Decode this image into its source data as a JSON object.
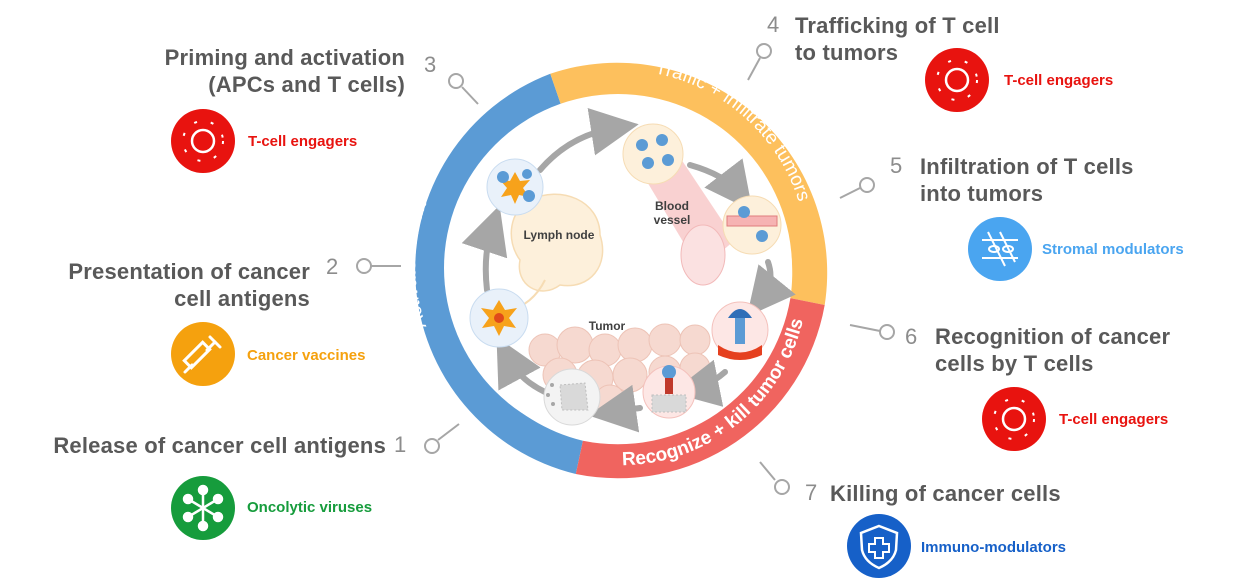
{
  "colors": {
    "activate": "#5b9bd5",
    "traffic": "#fdc05d",
    "recognize": "#f0645f",
    "title_text": "#595959",
    "number_text": "#8c8c8c",
    "red_agent": "#e8130f",
    "orange_agent": "#f5a10e",
    "green_agent": "#169c3c",
    "lightblue_agent": "#4aa5f0",
    "darkblue_agent": "#1660c8"
  },
  "ring": {
    "activate_label": "Activate/recruit",
    "traffic_label": "Traffic + infiltrate tumors",
    "recognize_label": "Recognize + kill tumor cells"
  },
  "inner": {
    "lymph_node_label": "Lymph node",
    "blood_label": "Blood",
    "vessel_label": "vessel",
    "tumor_label": "Tumor"
  },
  "steps": [
    {
      "number": "1",
      "title_lines": [
        "Release of cancer cell antigens"
      ],
      "agent": "Oncolytic viruses",
      "agent_icon": "virus-network-icon"
    },
    {
      "number": "2",
      "title_lines": [
        "Presentation of cancer",
        "cell antigens"
      ],
      "agent": "Cancer vaccines",
      "agent_icon": "syringe-icon"
    },
    {
      "number": "3",
      "title_lines": [
        "Priming and activation",
        "(APCs and T cells)"
      ],
      "agent": "T-cell engagers",
      "agent_icon": "t-cell-icon"
    },
    {
      "number": "4",
      "title_lines": [
        "Trafficking of T cell",
        "to tumors"
      ],
      "agent": "T-cell engagers",
      "agent_icon": "t-cell-icon"
    },
    {
      "number": "5",
      "title_lines": [
        "Infiltration of T cells",
        "into tumors"
      ],
      "agent": "Stromal modulators",
      "agent_icon": "stroma-icon"
    },
    {
      "number": "6",
      "title_lines": [
        "Recognition of cancer",
        "cells by T cells"
      ],
      "agent": "T-cell engagers",
      "agent_icon": "t-cell-icon"
    },
    {
      "number": "7",
      "title_lines": [
        "Killing of cancer cells"
      ],
      "agent": "Immuno-modulators",
      "agent_icon": "shield-cross-icon"
    }
  ]
}
